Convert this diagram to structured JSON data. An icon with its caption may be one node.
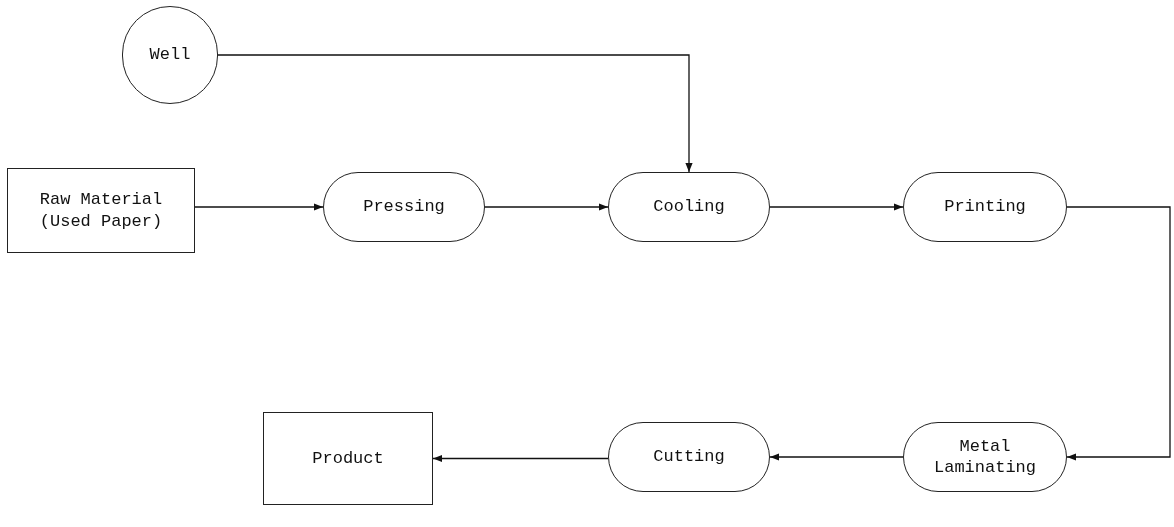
{
  "diagram": {
    "nodes": [
      {
        "text": [
          "Well"
        ]
      },
      {
        "text": [
          "Raw Material (Used Paper)"
        ]
      },
      {
        "text": [
          "Pressing"
        ]
      },
      {
        "text": [
          "Cooling"
        ]
      },
      {
        "text": [
          "Printing"
        ]
      },
      {
        "text": [
          "Metal Laminating"
        ]
      },
      {
        "text": [
          "Cutting"
        ]
      },
      {
        "text": [
          "Product"
        ]
      }
    ],
    "edges": [
      {
        "from": 0,
        "to": 3,
        "arrow": "to"
      },
      {
        "from": 1,
        "to": 2,
        "arrow": "to"
      },
      {
        "from": 2,
        "to": 3,
        "arrow": "to"
      },
      {
        "from": 3,
        "to": 4,
        "arrow": "to"
      },
      {
        "from": 4,
        "to": 5,
        "arrow": "to"
      },
      {
        "from": 5,
        "to": 6,
        "arrow": "to"
      },
      {
        "from": 6,
        "to": 7,
        "arrow": "to"
      }
    ]
  }
}
